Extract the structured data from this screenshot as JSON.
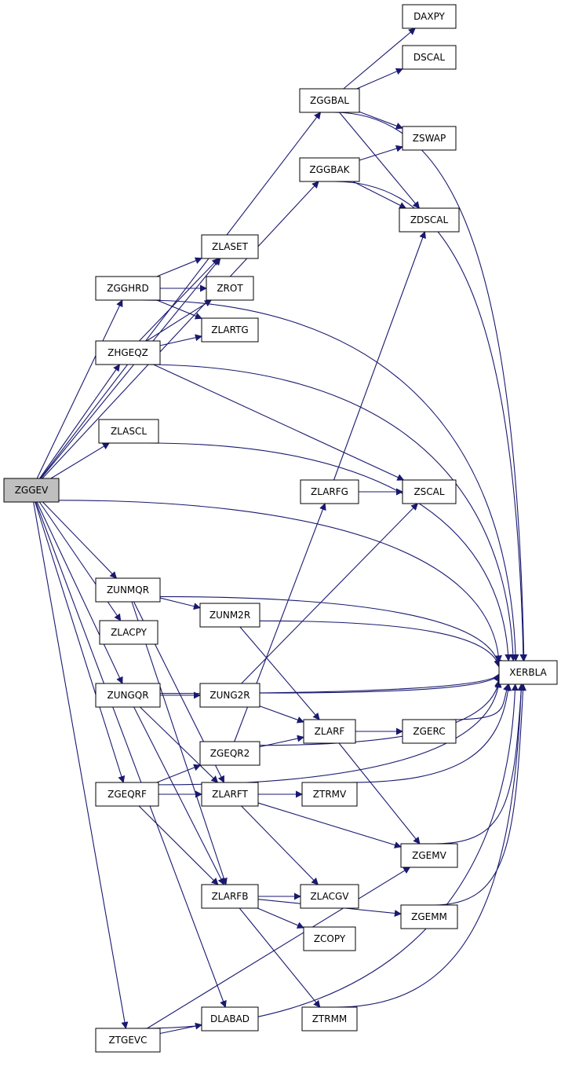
{
  "diagram": {
    "type": "call-graph",
    "nodes": [
      {
        "id": "ZGGEV",
        "label": "ZGGEV",
        "root": true
      },
      {
        "id": "DAXPY",
        "label": "DAXPY"
      },
      {
        "id": "DSCAL",
        "label": "DSCAL"
      },
      {
        "id": "ZGGBAL",
        "label": "ZGGBAL"
      },
      {
        "id": "ZSWAP",
        "label": "ZSWAP"
      },
      {
        "id": "ZGGBAK",
        "label": "ZGGBAK"
      },
      {
        "id": "ZDSCAL",
        "label": "ZDSCAL"
      },
      {
        "id": "ZLASET",
        "label": "ZLASET"
      },
      {
        "id": "ZGGHRD",
        "label": "ZGGHRD"
      },
      {
        "id": "ZROT",
        "label": "ZROT"
      },
      {
        "id": "ZLARTG",
        "label": "ZLARTG"
      },
      {
        "id": "ZHGEQZ",
        "label": "ZHGEQZ"
      },
      {
        "id": "ZLASCL",
        "label": "ZLASCL"
      },
      {
        "id": "ZLARFG",
        "label": "ZLARFG"
      },
      {
        "id": "ZSCAL",
        "label": "ZSCAL"
      },
      {
        "id": "ZUNMQR",
        "label": "ZUNMQR"
      },
      {
        "id": "ZUNM2R",
        "label": "ZUNM2R"
      },
      {
        "id": "ZLACPY",
        "label": "ZLACPY"
      },
      {
        "id": "XERBLA",
        "label": "XERBLA"
      },
      {
        "id": "ZUNGQR",
        "label": "ZUNGQR"
      },
      {
        "id": "ZUNG2R",
        "label": "ZUNG2R"
      },
      {
        "id": "ZLARF",
        "label": "ZLARF"
      },
      {
        "id": "ZGERC",
        "label": "ZGERC"
      },
      {
        "id": "ZGEQR2",
        "label": "ZGEQR2"
      },
      {
        "id": "ZGEQRF",
        "label": "ZGEQRF"
      },
      {
        "id": "ZLARFT",
        "label": "ZLARFT"
      },
      {
        "id": "ZTRMV",
        "label": "ZTRMV"
      },
      {
        "id": "ZGEMV",
        "label": "ZGEMV"
      },
      {
        "id": "ZLARFB",
        "label": "ZLARFB"
      },
      {
        "id": "ZLACGV",
        "label": "ZLACGV"
      },
      {
        "id": "ZGEMM",
        "label": "ZGEMM"
      },
      {
        "id": "ZCOPY",
        "label": "ZCOPY"
      },
      {
        "id": "ZTRMM",
        "label": "ZTRMM"
      },
      {
        "id": "DLABAD",
        "label": "DLABAD"
      },
      {
        "id": "ZTGEVC",
        "label": "ZTGEVC"
      }
    ],
    "edges": [
      [
        "ZGGEV",
        "ZGGBAL"
      ],
      [
        "ZGGEV",
        "ZGGBAK"
      ],
      [
        "ZGGEV",
        "ZLASET"
      ],
      [
        "ZGGEV",
        "ZGGHRD"
      ],
      [
        "ZGGEV",
        "ZHGEQZ"
      ],
      [
        "ZGGEV",
        "ZLASCL"
      ],
      [
        "ZGGEV",
        "XERBLA"
      ],
      [
        "ZGGEV",
        "ZUNMQR"
      ],
      [
        "ZGGEV",
        "ZLACPY"
      ],
      [
        "ZGGEV",
        "ZUNGQR"
      ],
      [
        "ZGGEV",
        "ZGEQRF"
      ],
      [
        "ZGGEV",
        "DLABAD"
      ],
      [
        "ZGGEV",
        "ZTGEVC"
      ],
      [
        "ZGGBAL",
        "DAXPY"
      ],
      [
        "ZGGBAL",
        "DSCAL"
      ],
      [
        "ZGGBAL",
        "ZSWAP"
      ],
      [
        "ZGGBAL",
        "ZDSCAL"
      ],
      [
        "ZGGBAL",
        "XERBLA"
      ],
      [
        "ZGGBAK",
        "ZSWAP"
      ],
      [
        "ZGGBAK",
        "ZDSCAL"
      ],
      [
        "ZGGBAK",
        "XERBLA"
      ],
      [
        "ZGGHRD",
        "ZLASET"
      ],
      [
        "ZGGHRD",
        "ZROT"
      ],
      [
        "ZGGHRD",
        "ZLARTG"
      ],
      [
        "ZGGHRD",
        "XERBLA"
      ],
      [
        "ZHGEQZ",
        "ZLASET"
      ],
      [
        "ZHGEQZ",
        "ZROT"
      ],
      [
        "ZHGEQZ",
        "ZLARTG"
      ],
      [
        "ZHGEQZ",
        "ZSCAL"
      ],
      [
        "ZHGEQZ",
        "XERBLA"
      ],
      [
        "ZLASCL",
        "XERBLA"
      ],
      [
        "ZLARFG",
        "ZDSCAL"
      ],
      [
        "ZLARFG",
        "ZSCAL"
      ],
      [
        "ZUNMQR",
        "ZUNM2R"
      ],
      [
        "ZUNMQR",
        "ZLARFT"
      ],
      [
        "ZUNMQR",
        "ZLARFB"
      ],
      [
        "ZUNMQR",
        "XERBLA"
      ],
      [
        "ZUNM2R",
        "ZLARF"
      ],
      [
        "ZUNM2R",
        "XERBLA"
      ],
      [
        "ZUNGQR",
        "ZUNG2R"
      ],
      [
        "ZUNGQR",
        "ZLARFT"
      ],
      [
        "ZUNGQR",
        "ZLARFB"
      ],
      [
        "ZUNGQR",
        "XERBLA"
      ],
      [
        "ZUNG2R",
        "ZLARF"
      ],
      [
        "ZUNG2R",
        "ZSCAL"
      ],
      [
        "ZUNG2R",
        "XERBLA"
      ],
      [
        "ZLARF",
        "ZGERC"
      ],
      [
        "ZLARF",
        "ZGEMV"
      ],
      [
        "ZGERC",
        "XERBLA"
      ],
      [
        "ZGEQR2",
        "ZLARFG"
      ],
      [
        "ZGEQR2",
        "ZLARF"
      ],
      [
        "ZGEQR2",
        "XERBLA"
      ],
      [
        "ZGEQRF",
        "ZGEQR2"
      ],
      [
        "ZGEQRF",
        "ZLARFT"
      ],
      [
        "ZGEQRF",
        "ZLARFB"
      ],
      [
        "ZGEQRF",
        "XERBLA"
      ],
      [
        "ZLARFT",
        "ZTRMV"
      ],
      [
        "ZLARFT",
        "ZGEMV"
      ],
      [
        "ZLARFT",
        "ZLACGV"
      ],
      [
        "ZTRMV",
        "XERBLA"
      ],
      [
        "ZGEMV",
        "XERBLA"
      ],
      [
        "ZLARFB",
        "ZLACGV"
      ],
      [
        "ZLARFB",
        "ZCOPY"
      ],
      [
        "ZLARFB",
        "ZGEMM"
      ],
      [
        "ZLARFB",
        "ZTRMM"
      ],
      [
        "ZGEMM",
        "XERBLA"
      ],
      [
        "ZTRMM",
        "XERBLA"
      ],
      [
        "ZTGEVC",
        "DLABAD"
      ],
      [
        "ZTGEVC",
        "ZGEMV"
      ],
      [
        "ZTGEVC",
        "XERBLA"
      ]
    ],
    "colors": {
      "edge": "#191970",
      "node_fill": "#ffffff",
      "root_fill": "#bfbfbf",
      "border": "#000000"
    }
  }
}
